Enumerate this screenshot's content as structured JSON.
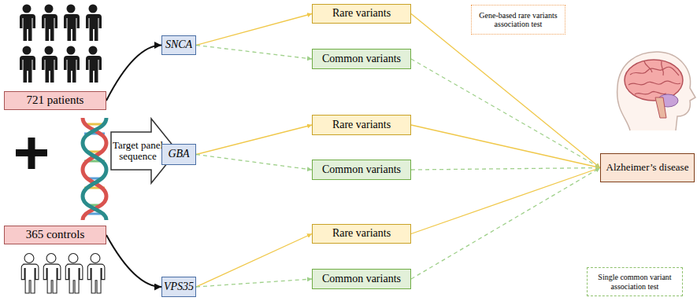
{
  "diagram": {
    "nodes": [
      {
        "text": [
          "721 patients"
        ]
      },
      {
        "text": [
          "365 controls"
        ]
      },
      {
        "text": [
          "Target panel sequence"
        ]
      },
      {
        "text": [
          "SNCA"
        ]
      },
      {
        "text": [
          "GBA"
        ]
      },
      {
        "text": [
          "VPS35"
        ]
      },
      {
        "text": [
          "Rare variants"
        ]
      },
      {
        "text": [
          "Common variants"
        ]
      },
      {
        "text": [
          "Rare variants"
        ]
      },
      {
        "text": [
          "Common variants"
        ]
      },
      {
        "text": [
          "Rare variants"
        ]
      },
      {
        "text": [
          "Common variants"
        ]
      },
      {
        "text": [
          "Alzheimer’s disease"
        ]
      },
      {
        "text": [
          "Gene-based rare variants association test"
        ]
      },
      {
        "text": [
          "Single common variant association test"
        ]
      }
    ],
    "edges": [
      {
        "from": 0,
        "to": 3,
        "arrow": "to"
      },
      {
        "from": 1,
        "to": 5,
        "arrow": "to"
      },
      {
        "from": 3,
        "to": 6,
        "arrow": "to"
      },
      {
        "from": 3,
        "to": 7,
        "arrow": "to"
      },
      {
        "from": 4,
        "to": 8,
        "arrow": "to"
      },
      {
        "from": 4,
        "to": 9,
        "arrow": "to"
      },
      {
        "from": 5,
        "to": 10,
        "arrow": "to"
      },
      {
        "from": 5,
        "to": 11,
        "arrow": "to"
      },
      {
        "from": 6,
        "to": 12,
        "arrow": "to"
      },
      {
        "from": 7,
        "to": 12,
        "arrow": "to"
      },
      {
        "from": 8,
        "to": 12,
        "arrow": "to"
      },
      {
        "from": 9,
        "to": 12,
        "arrow": "to"
      },
      {
        "from": 10,
        "to": 12,
        "arrow": "to"
      },
      {
        "from": 11,
        "to": 12,
        "arrow": "to"
      }
    ]
  }
}
